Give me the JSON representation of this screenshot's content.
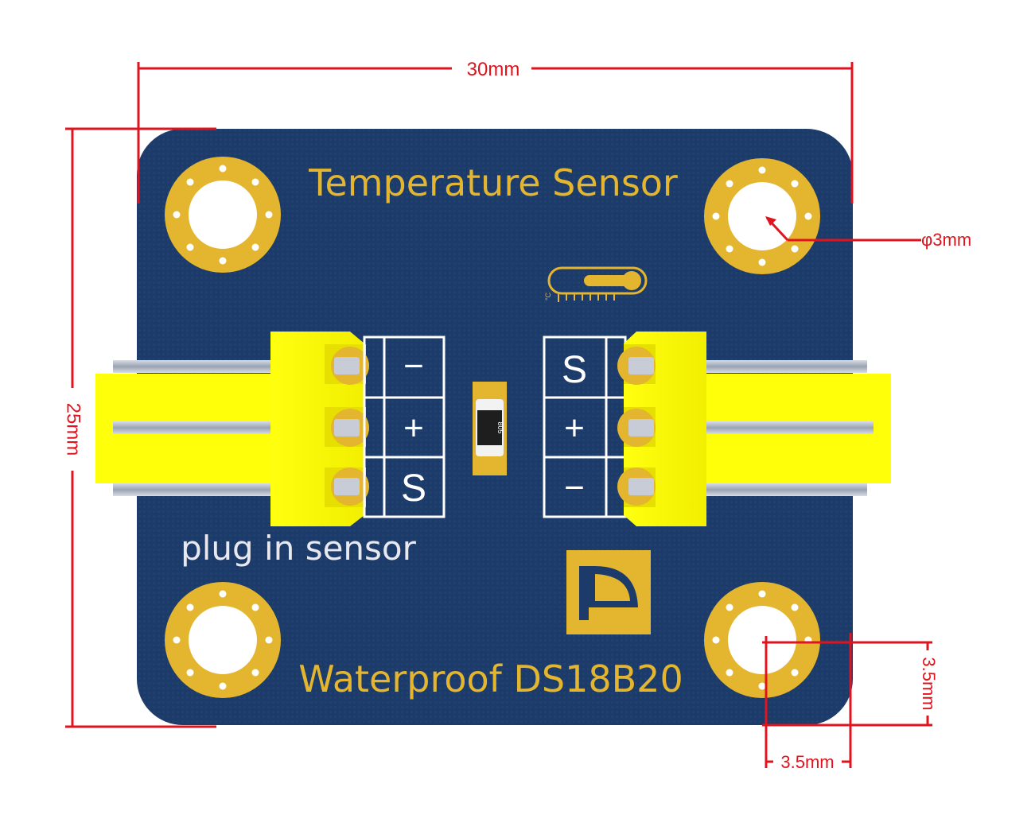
{
  "board": {
    "title": "Temperature Sensor",
    "subtitle": "Waterproof DS18B20",
    "plug_label": "plug in sensor",
    "smd_marking": "805",
    "thermometer_unit": "°C",
    "left_pins": [
      "−",
      "+",
      "S"
    ],
    "right_pins": [
      "S",
      "+",
      "−"
    ],
    "colors": {
      "pcb": "#1c3a68",
      "gold": "#e4b52e",
      "silk": "#ffffff",
      "connector": "#ffff00",
      "dimension": "#e0141e"
    }
  },
  "dimensions": {
    "width": "30mm",
    "height": "25mm",
    "hole_diameter": "φ3mm",
    "hole_offset_y": "3.5mm",
    "hole_offset_x": "3.5mm"
  },
  "icons": [
    "mounting-hole-icon",
    "thermometer-icon",
    "logo-icon",
    "connector-icon",
    "resistor-icon"
  ]
}
